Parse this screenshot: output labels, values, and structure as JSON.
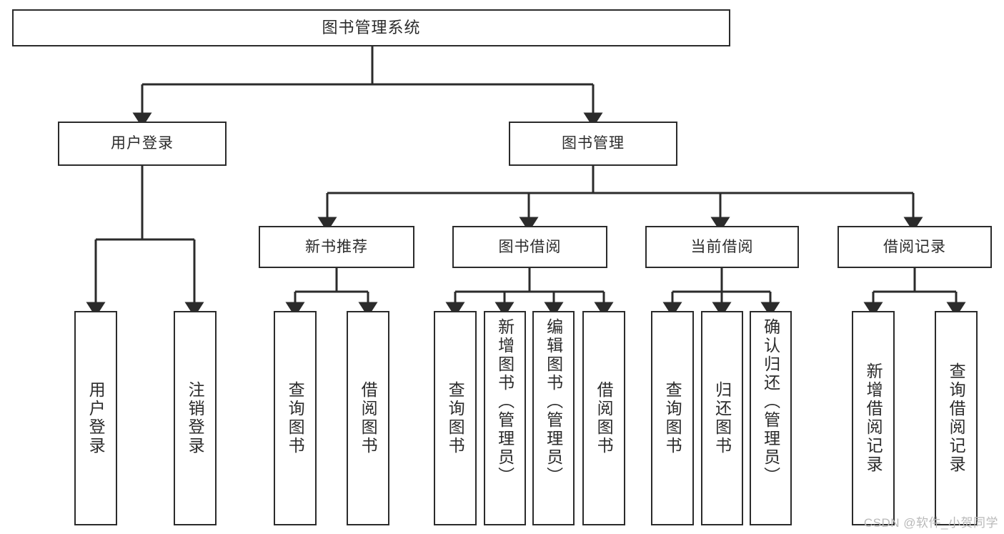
{
  "diagram": {
    "title": "图书管理系统",
    "type": "tree-hierarchy-diagram",
    "watermark": "CSDN @软件_小贺同学",
    "colors": {
      "stroke": "#2b2b2b",
      "fill": "#ffffff",
      "background": "#ffffff",
      "watermark": "#b9b9b9"
    },
    "nodes": {
      "root": {
        "label": "图书管理系统"
      },
      "level2": [
        {
          "label": "用户登录"
        },
        {
          "label": "图书管理"
        }
      ],
      "level3": [
        {
          "label": "新书推荐"
        },
        {
          "label": "图书借阅"
        },
        {
          "label": "当前借阅"
        },
        {
          "label": "借阅记录"
        }
      ],
      "leaves_user_login": [
        {
          "label": "用户登录"
        },
        {
          "label": "注销登录"
        }
      ],
      "leaves_new_books": [
        {
          "label": "查询图书"
        },
        {
          "label": "借阅图书"
        }
      ],
      "leaves_borrow": [
        {
          "label": "查询图书"
        },
        {
          "label": "新增图书（管理员）"
        },
        {
          "label": "编辑图书（管理员）"
        },
        {
          "label": "借阅图书"
        }
      ],
      "leaves_current": [
        {
          "label": "查询图书"
        },
        {
          "label": "归还图书"
        },
        {
          "label": "确认归还（管理员）"
        }
      ],
      "leaves_records": [
        {
          "label": "新增借阅记录"
        },
        {
          "label": "查询借阅记录"
        }
      ]
    }
  }
}
